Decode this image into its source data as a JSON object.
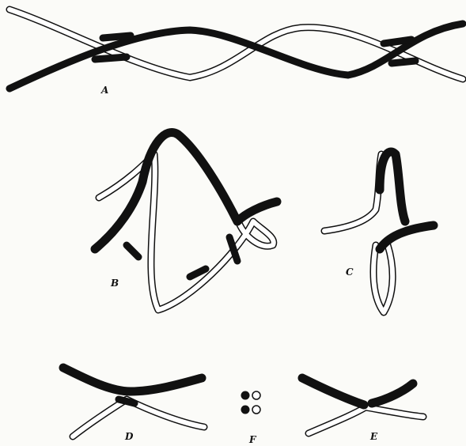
{
  "figure": {
    "panels": [
      {
        "key": "A",
        "label": "A"
      },
      {
        "key": "B",
        "label": "B"
      },
      {
        "key": "C",
        "label": "C"
      },
      {
        "key": "D",
        "label": "D"
      },
      {
        "key": "E",
        "label": "E"
      },
      {
        "key": "F",
        "label": "F"
      }
    ],
    "colors": {
      "dark": "#111111",
      "light": "#ffffff",
      "paper": "#fbfbf8"
    }
  }
}
